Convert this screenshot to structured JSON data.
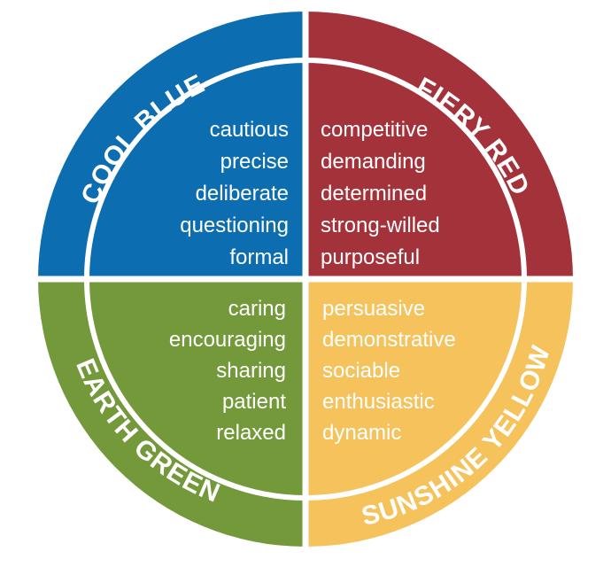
{
  "colors": {
    "blue": "#0c6db0",
    "red": "#a4323a",
    "green": "#73993b",
    "yellow": "#f5c25c",
    "divider": "#ffffff"
  },
  "quadrants": [
    {
      "key": "blue",
      "label": "COOL BLUE",
      "words": [
        "cautious",
        "precise",
        "deliberate",
        "questioning",
        "formal"
      ]
    },
    {
      "key": "red",
      "label": "FIERY RED",
      "words": [
        "competitive",
        "demanding",
        "determined",
        "strong-willed",
        "purposeful"
      ]
    },
    {
      "key": "green",
      "label": "EARTH GREEN",
      "words": [
        "caring",
        "encouraging",
        "sharing",
        "patient",
        "relaxed"
      ]
    },
    {
      "key": "yellow",
      "label": "SUNSHINE YELLOW",
      "words": [
        "persuasive",
        "demonstrative",
        "sociable",
        "enthusiastic",
        "dynamic"
      ]
    }
  ]
}
